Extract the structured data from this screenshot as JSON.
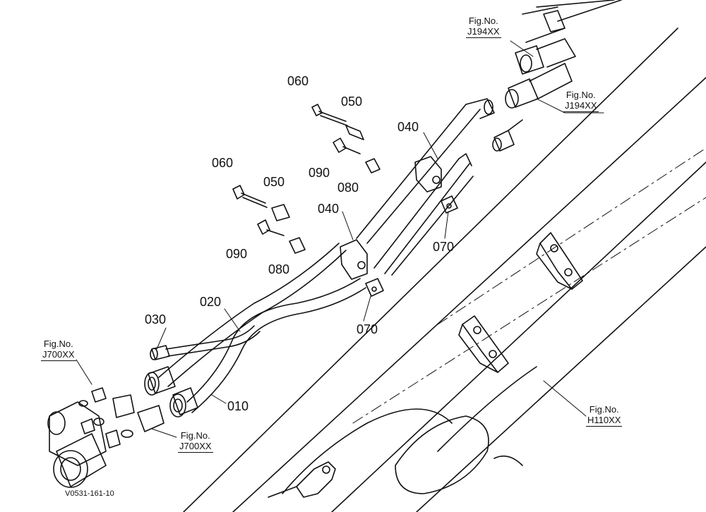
{
  "drawing_code": "V0531-161-10",
  "fig_title": "Fig.No.",
  "fig_refs": {
    "j194_top": "J194XX",
    "j194_right": "J194XX",
    "j700_left": "J700XX",
    "j700_bottom": "J700XX",
    "h110": "H110XX"
  },
  "part_labels": {
    "p060_upper": "060",
    "p050_upper": "050",
    "p040_upper": "040",
    "p090_upper": "090",
    "p080_upper": "080",
    "p070_upper": "070",
    "p060_lower": "060",
    "p050_lower": "050",
    "p040_lower": "040",
    "p090_lower": "090",
    "p080_lower": "080",
    "p070_lower": "070",
    "p020": "020",
    "p030": "030",
    "p010": "010"
  }
}
